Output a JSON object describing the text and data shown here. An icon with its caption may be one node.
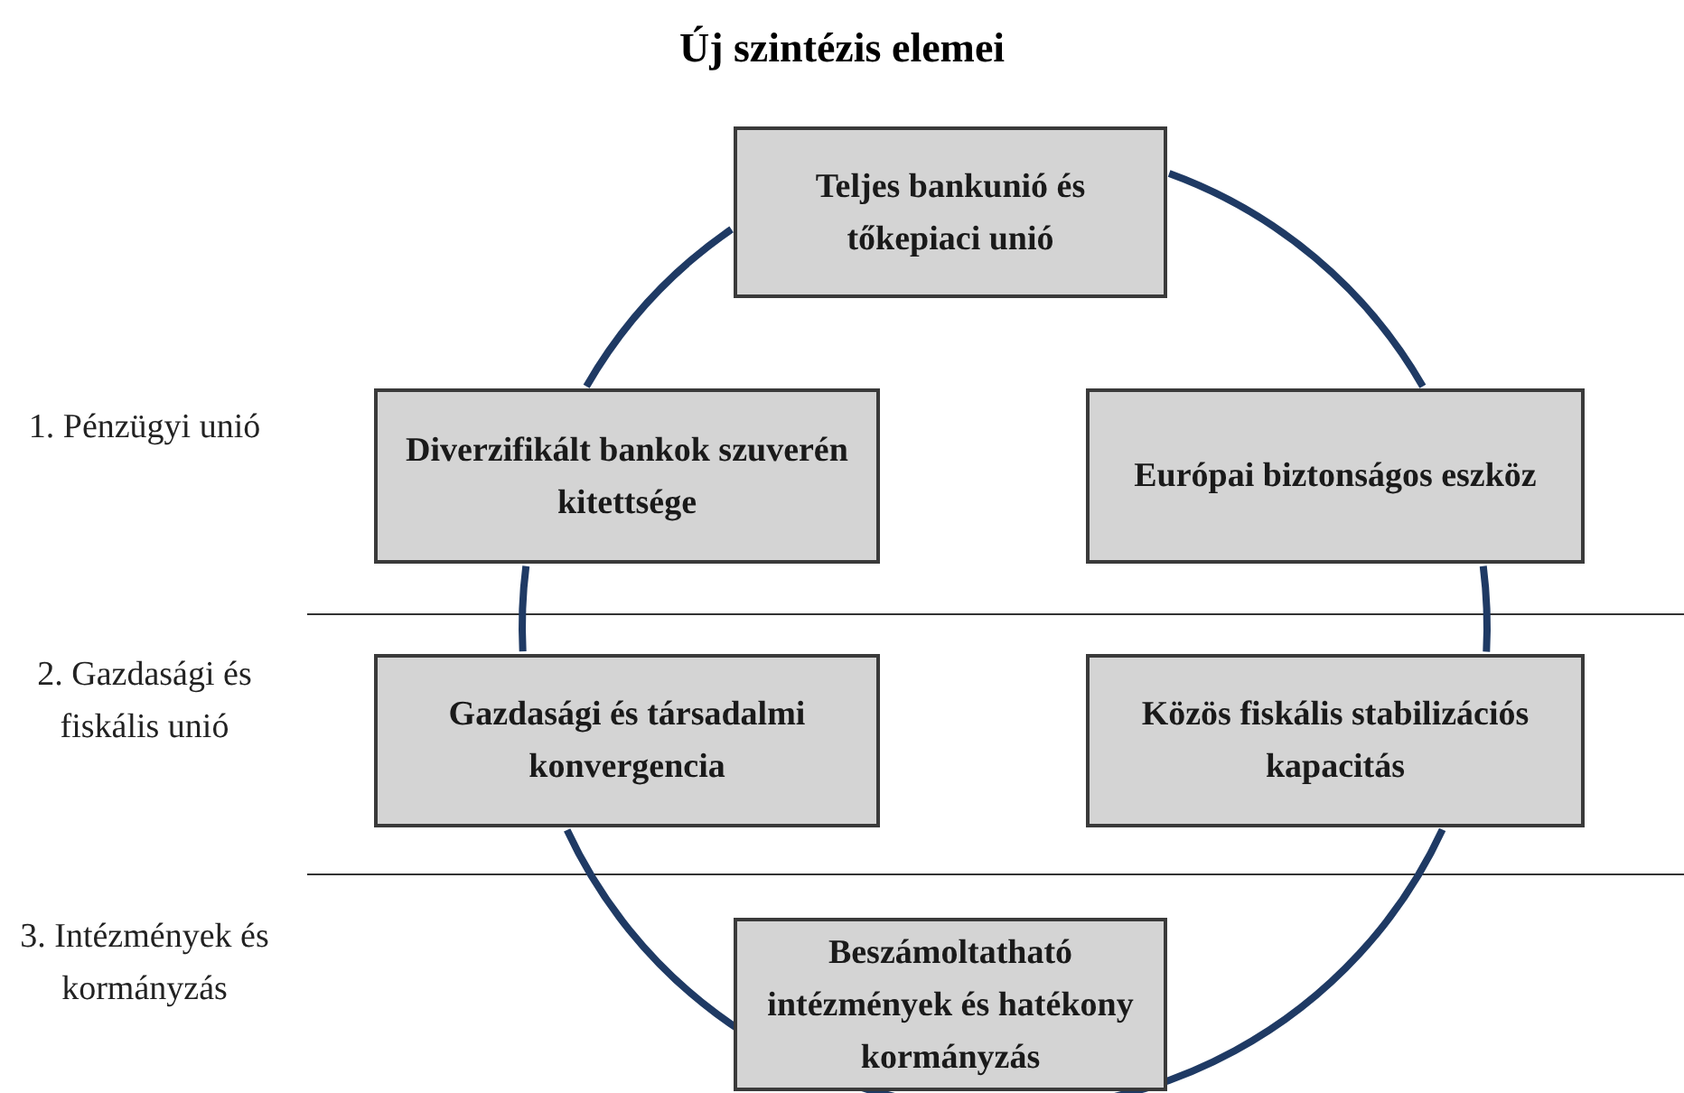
{
  "diagram": {
    "title": "Új szintézis elemei",
    "nodes": [
      {
        "text": [
          "Teljes bankunió és tőkepiaci unió"
        ]
      },
      {
        "text": [
          "Diverzifikált bankok szuverén kitettsége"
        ]
      },
      {
        "text": [
          "Európai biztonságos eszköz"
        ]
      },
      {
        "text": [
          "Gazdasági és társadalmi konvergencia"
        ]
      },
      {
        "text": [
          "Közös fiskális stabilizációs kapacitás"
        ]
      },
      {
        "text": [
          "Beszámoltatható intézmények és hatékony kormányzás"
        ]
      }
    ],
    "edges": [
      {
        "from": 0,
        "to": 2,
        "arrow": "none"
      },
      {
        "from": 2,
        "to": 4,
        "arrow": "none"
      },
      {
        "from": 4,
        "to": 5,
        "arrow": "none"
      },
      {
        "from": 5,
        "to": 3,
        "arrow": "none"
      },
      {
        "from": 3,
        "to": 1,
        "arrow": "none"
      },
      {
        "from": 1,
        "to": 0,
        "arrow": "none"
      }
    ],
    "labels": [
      "1. Pénzügyi unió",
      "2. Gazdasági és fiskális unió",
      "3. Intézmények és kormányzás"
    ]
  }
}
